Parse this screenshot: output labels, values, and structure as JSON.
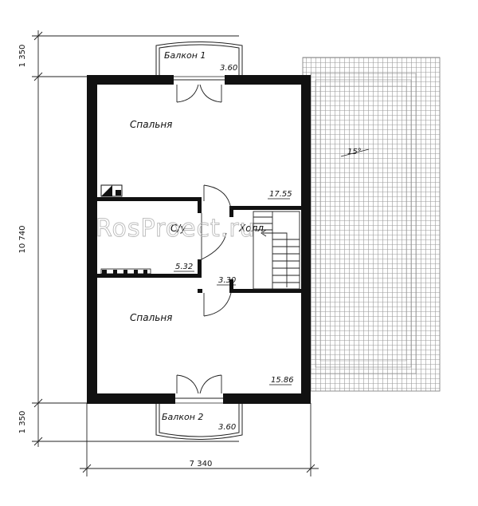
{
  "rooms": {
    "bedroom_top": "Спальня",
    "bedroom_bottom": "Спальня",
    "hall": "Холл",
    "wc": "С/у"
  },
  "balconies": {
    "top": {
      "label": "Балкон 1",
      "area": "3.60"
    },
    "bottom": {
      "label": "Балкон 2",
      "area": "3.60"
    }
  },
  "areas": {
    "hall": "17.55",
    "wc": "5.32",
    "corridor": "3.30",
    "bedroom_bottom": "15.86"
  },
  "dimensions": {
    "top_offset": "1 350",
    "bottom_offset": "1 350",
    "height": "10 740",
    "width": "7 340"
  },
  "roof": {
    "slope": "15°"
  },
  "watermark": "RosProect.ru"
}
